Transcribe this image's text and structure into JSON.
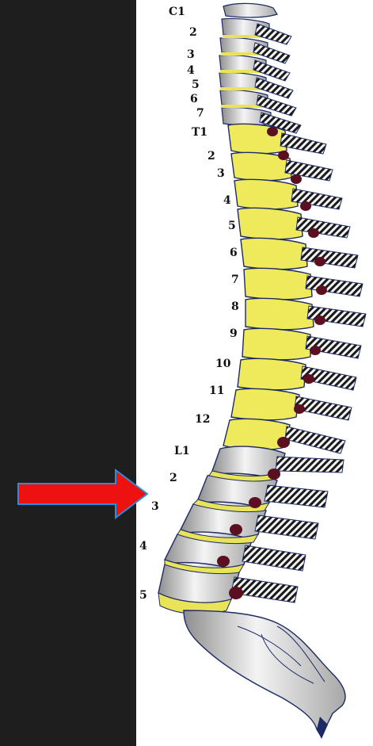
{
  "colors": {
    "background": "#1e1e1e",
    "figure_background": "#ffffff",
    "thoracic_vertebra": "#eeea5c",
    "lumbar_vertebra": "#cfcfcf",
    "disc": "#e9e457",
    "outline": "#1c2a66",
    "arrow": "#ee1111",
    "arrow_outline": "#2a8fd6"
  },
  "arrow": {
    "icon": "right-arrow-icon",
    "points_to": "3"
  },
  "labels": {
    "c1": "C1",
    "c2": "2",
    "c3": "3",
    "c4": "4",
    "c5": "5",
    "c6": "6",
    "c7": "7",
    "t1": "T1",
    "t2": "2",
    "t3": "3",
    "t4": "4",
    "t5": "5",
    "t6": "6",
    "t7": "7",
    "t8": "8",
    "t9": "9",
    "t10": "10",
    "t11": "11",
    "t12": "12",
    "l1": "L1",
    "l2": "2",
    "l3": "3",
    "l4": "4",
    "l5": "5"
  }
}
